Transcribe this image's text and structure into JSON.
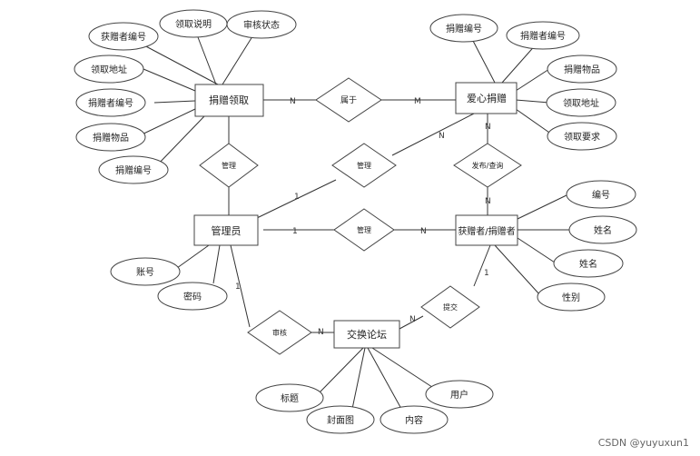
{
  "entities": {
    "donation_claim": "捐赠领取",
    "charity_donation": "爱心捐赠",
    "admin": "管理员",
    "recipient_donor": "获赠者/捐赠者",
    "forum": "交换论坛"
  },
  "relationships": {
    "belongs": "属于",
    "manage_claim": "管理",
    "manage_donation": "管理",
    "manage_user": "管理",
    "publish_query": "发布/查询",
    "review": "审核",
    "submit": "提交"
  },
  "attributes": {
    "claim_recipient_no": "获赠者编号",
    "claim_desc": "领取说明",
    "claim_status": "审核状态",
    "claim_address": "领取地址",
    "claim_donor_no": "捐赠者编号",
    "claim_item": "捐赠物品",
    "claim_donation_no": "捐赠编号",
    "don_no": "捐赠编号",
    "don_donor_no": "捐赠者编号",
    "don_item": "捐赠物品",
    "don_address": "领取地址",
    "don_require": "领取要求",
    "user_no": "编号",
    "user_name1": "姓名",
    "user_name2": "姓名",
    "user_gender": "性别",
    "admin_account": "账号",
    "admin_password": "密码",
    "forum_title": "标题",
    "forum_cover": "封面图",
    "forum_content": "内容",
    "forum_user": "用户"
  },
  "cardinalities": {
    "claim_belongs": "N",
    "donation_belongs": "M",
    "admin_donation_1": "1",
    "admin_donation_n": "N",
    "donation_pub_n": "N",
    "user_pub_n": "N",
    "admin_user_1": "1",
    "admin_user_n": "N",
    "admin_review_1": "1",
    "forum_review_n": "N",
    "forum_submit_n": "N",
    "user_submit_1": "1"
  },
  "watermark": "CSDN @yuyuxun1"
}
